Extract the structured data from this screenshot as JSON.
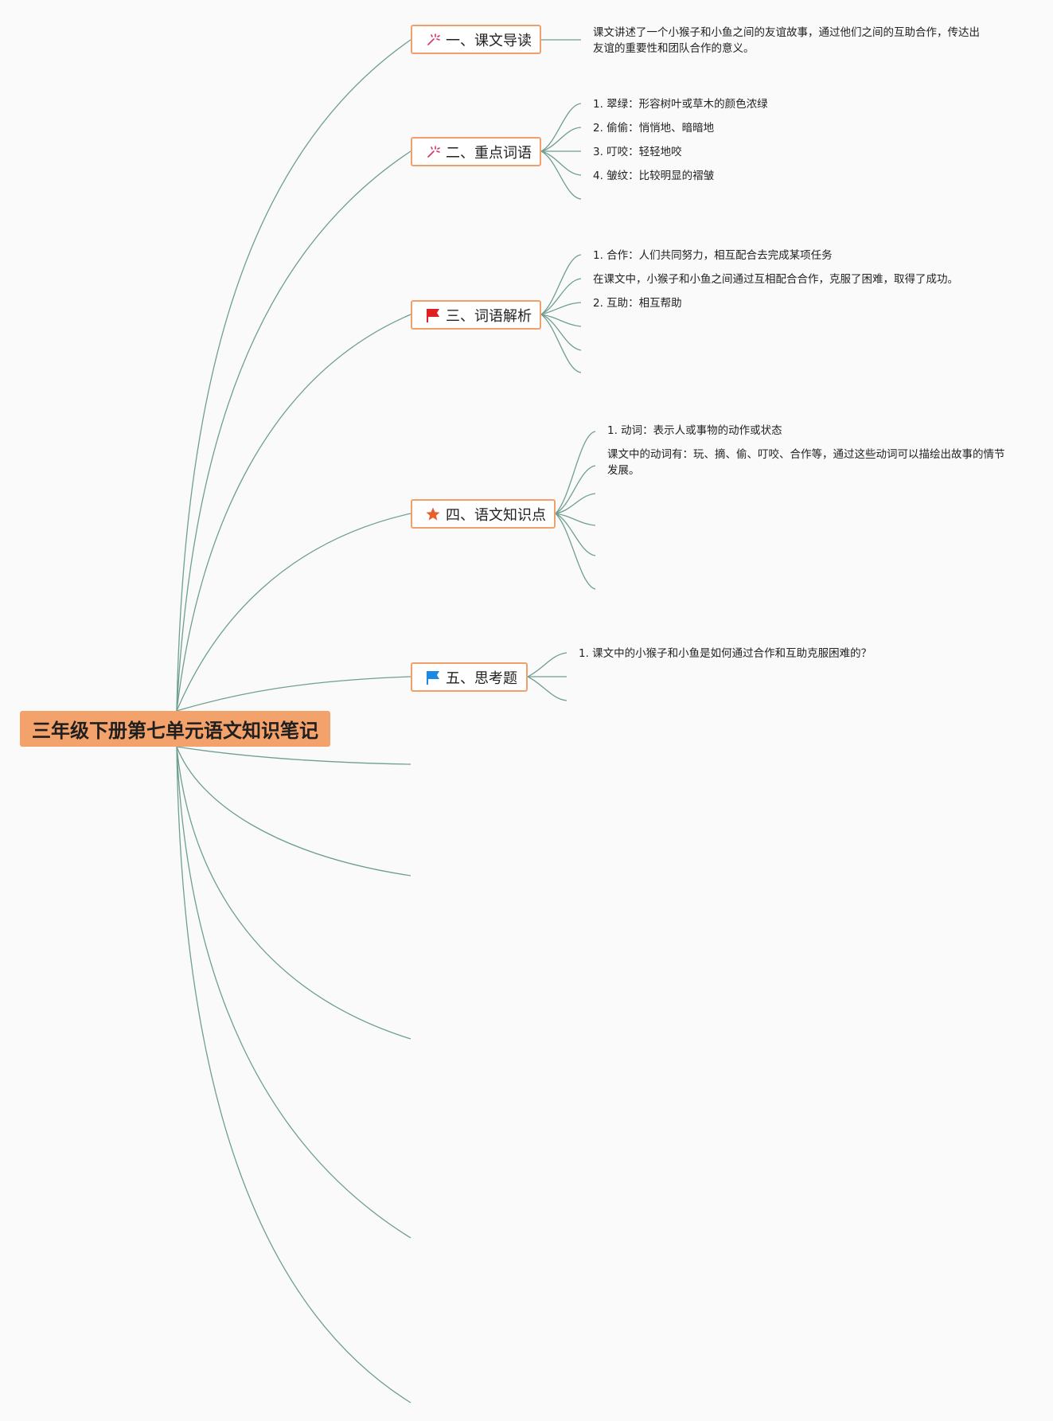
{
  "root": {
    "title": "三年级下册第七单元语文知识笔记"
  },
  "colors": {
    "root_fill": "#f4a26b",
    "branch_border": "#f2a06a",
    "link": "#6f9e92"
  },
  "branches": [
    {
      "label": "一、课文导读",
      "icon": "sparkle-icon",
      "leaves": [
        "课文讲述了一个小猴子和小鱼之间的友谊故事，通过他们之间的互助合作，传达出友谊的重要性和团队合作的意义。"
      ]
    },
    {
      "label": "二、重点词语",
      "icon": "sparkle-icon",
      "leaves": [
        "1. 翠绿：形容树叶或草木的颜色浓绿",
        "2. 偷偷：悄悄地、暗暗地",
        "3. 叮咬：轻轻地咬",
        "4. 皱纹：比较明显的褶皱"
      ]
    },
    {
      "label": "三、词语解析",
      "icon": "red-flag-icon",
      "leaves": [
        "1. 合作：人们共同努力，相互配合去完成某项任务",
        "在课文中，小猴子和小鱼之间通过互相配合合作，克服了困难，取得了成功。",
        "2. 互助：相互帮助"
      ]
    },
    {
      "label": "四、语文知识点",
      "icon": "star-icon",
      "leaves": [
        "1. 动词：表示人或事物的动作或状态",
        "课文中的动词有：玩、摘、偷、叮咬、合作等，通过这些动词可以描绘出故事的情节发展。"
      ]
    },
    {
      "label": "五、思考题",
      "icon": "blue-flag-icon",
      "leaves": [
        "1. 课文中的小猴子和小鱼是如何通过合作和互助克服困难的？"
      ]
    }
  ]
}
